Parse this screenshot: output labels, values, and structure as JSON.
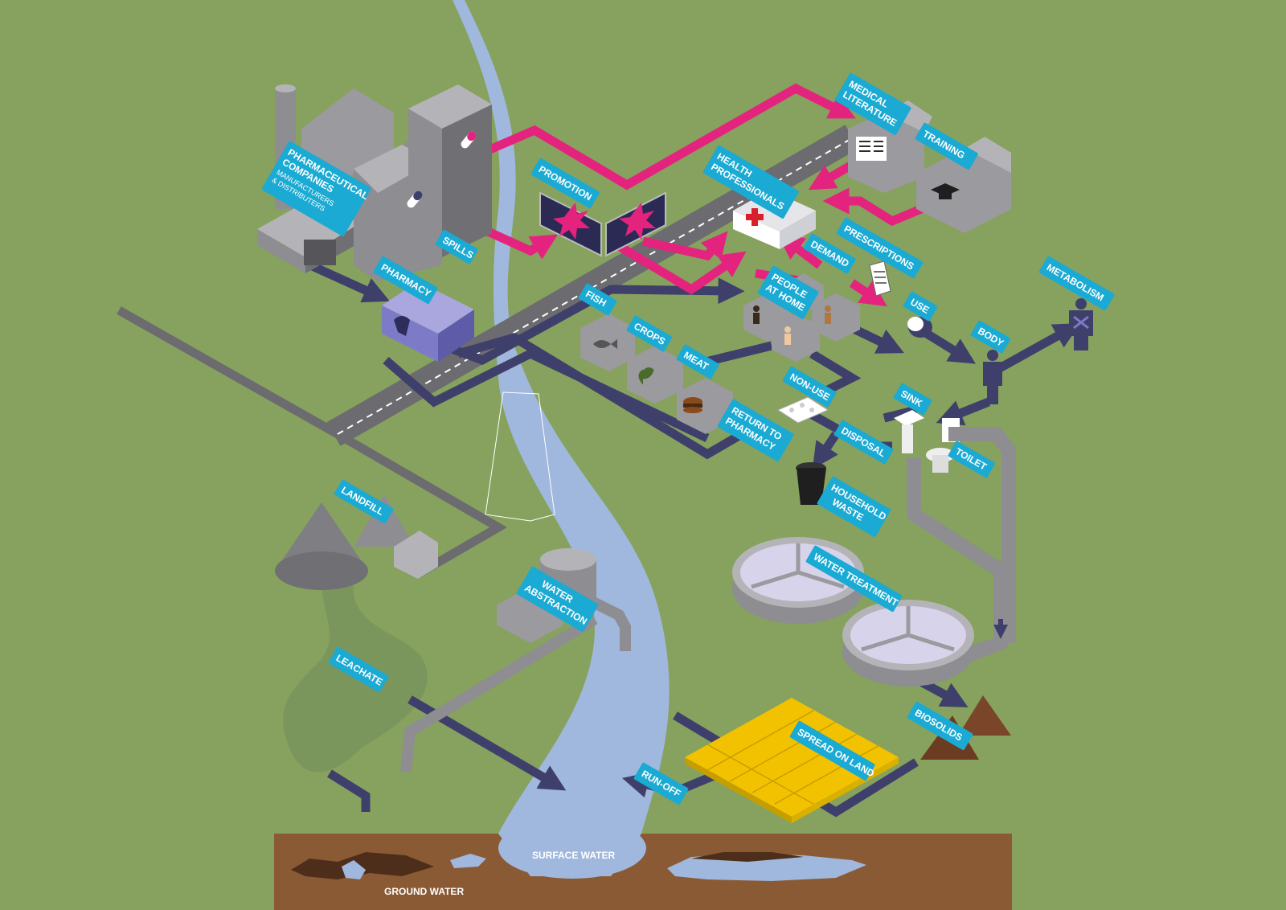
{
  "colors": {
    "background": "#86a25e",
    "label": "#1aaad3",
    "label_text": "#ffffff",
    "information_flow": "#e4237f",
    "medicine_flow": "#3f3f6b",
    "road": "#6b6b70",
    "river": "#a0b8dd",
    "soil": "#8a5a34",
    "spread_on_land": "#f2c200",
    "biosolids": "#6b3b22",
    "pharmacy": "#7d7bc7",
    "building": "#9a9a9f"
  },
  "labels": {
    "pharma": {
      "title1": "PHARMACEUTICAL",
      "title2": "COMPANIES",
      "sub1": "MANUFACTURERS",
      "sub2": "& DISTRIBUTERS"
    },
    "spills": "SPILLS",
    "pharmacy": "PHARMACY",
    "promotion": "PROMOTION",
    "medical_literature": [
      "MEDICAL",
      "LITERATURE"
    ],
    "training": "TRAINING",
    "health_professionals": [
      "HEALTH",
      "PROFESSIONALS"
    ],
    "demand": "DEMAND",
    "prescriptions": "PRESCRIPTIONS",
    "people_at_home": [
      "PEOPLE",
      "AT HOME"
    ],
    "fish": "FISH",
    "crops": "CROPS",
    "meat": "MEAT",
    "use": "USE",
    "body": "BODY",
    "metabolism": "METABOLISM",
    "non_use": "NON-USE",
    "sink": "SINK",
    "return_to_pharmacy": [
      "RETURN TO",
      "PHARMACY"
    ],
    "disposal": "DISPOSAL",
    "toilet": "TOILET",
    "household_waste": [
      "HOUSEHOLD",
      "WASTE"
    ],
    "landfill": "LANDFILL",
    "water_treatment": "WATER TREATMENT",
    "water_abstraction": [
      "WATER",
      "ABSTRACTION"
    ],
    "leachate": "LEACHATE",
    "biosolids": "BIOSOLIDS",
    "spread_on_land": "SPREAD ON LAND",
    "run_off": "RUN-OFF",
    "surface_water": "SURFACE WATER",
    "ground_water": "GROUND WATER"
  },
  "icons": [
    "pill-icon",
    "starburst-icon",
    "red-cross-icon",
    "book-icon",
    "graduation-cap-icon",
    "prescription-icon",
    "person-icon",
    "fish-icon",
    "leaf-icon",
    "burger-icon",
    "blister-pack-icon",
    "sink-icon",
    "toilet-icon",
    "bin-icon",
    "body-icon",
    "metabolism-icon",
    "mortar-pestle-icon"
  ]
}
